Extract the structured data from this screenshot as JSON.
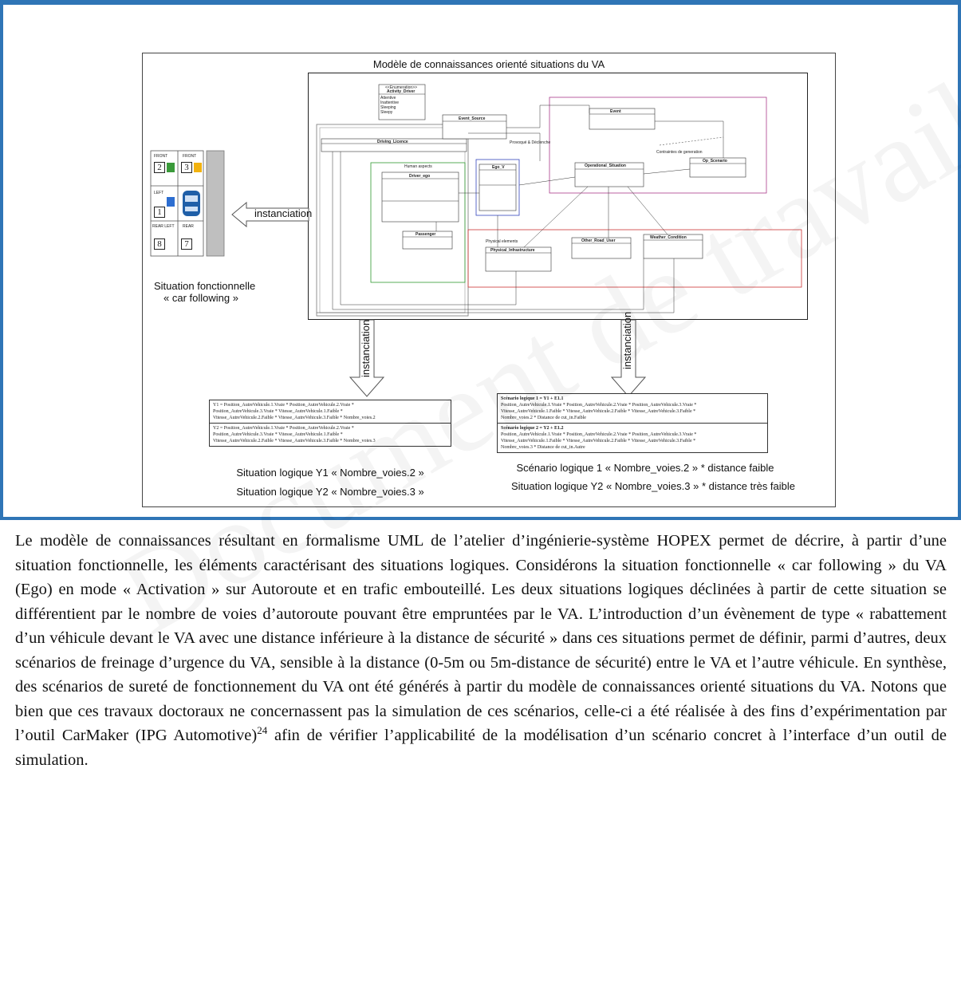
{
  "figure": {
    "title": "Modèle de connaissances orienté situations du VA",
    "road": {
      "front_label_left": "FRONT",
      "front_label_right": "FRONT",
      "left_label": "LEFT",
      "rear_left_label": "REAR LEFT",
      "rear_label": "REAR",
      "lane_numbers": [
        "2",
        "3",
        "1",
        "8",
        "7"
      ]
    },
    "uml": {
      "enum_stereotype": "<<Enumeration>>",
      "enum_name": "Activity_Driver",
      "enum_values": [
        "Attentive",
        "Inattentive",
        "Sleeping",
        "Sleepy"
      ],
      "event_source": "Event_Source",
      "event": "Event",
      "driving_licence": "Driving_Licence",
      "driver_ego": "Driver_ego",
      "ego_v": "Ego_V",
      "operational_situation": "Operational_Situation",
      "op_scenario": "Op_Scenario",
      "passenger": "Passenger",
      "physical_infrastructure": "Physical_Infrastructure",
      "other_road_user": "Other_Road_User",
      "weather_condition": "Weather_Condition",
      "human_aspects": "Human aspects",
      "physical_elements": "Physical elements",
      "provoque": "Provoqué & Déclenche",
      "generates": "Contraintes de generation"
    },
    "arrow_label_left": "instanciation",
    "arrow_label_down_1": "instanciation",
    "arrow_label_down_2": "instanciation",
    "situation_fonctionnelle": [
      "Situation fonctionnelle",
      "« car following »"
    ],
    "box_left": {
      "sec1": [
        "Y1 = Position_AutreVehicule.1.Vraie * Position_AutreVehicule.2.Vraie *",
        "Position_AutreVehicule.3.Vraie * Vitesse_AutreVehicule.1.Faible *",
        "Vitesse_AutreVehicule.2.Faible * Vitesse_AutreVehicule.3.Faible * Nombre_voies.2"
      ],
      "sec2": [
        "Y2 = Position_AutreVehicule.1.Vraie * Position_AutreVehicule.2.Vraie *",
        "Position_AutreVehicule.3.Vraie * Vitesse_AutreVehicule.1.Faible *",
        "Vitesse_AutreVehicule.2.Faible * Vitesse_AutreVehicule.3.Faible * Nombre_voies.3"
      ]
    },
    "box_right": {
      "sec1_title": "Scénario logique 1 = Y1 + E1.1",
      "sec1": [
        "Position_AutreVehicule.1.Vraie * Position_AutreVehicule.2.Vraie * Position_AutreVehicule.3.Vraie *",
        "Vitesse_AutreVehicule.1.Faible * Vitesse_AutreVehicule.2.Faible * Vitesse_AutreVehicule.3.Faible *",
        "Nombre_voies.2 * Distance de cut_in.Faible"
      ],
      "sec2_title": "Scénario logique 2 = Y2 + E1.2",
      "sec2": [
        "Position_AutreVehicule.1.Vraie * Position_AutreVehicule.2.Vraie * Position_AutreVehicule.3.Vraie *",
        "Vitesse_AutreVehicule.1.Faible * Vitesse_AutreVehicule.2.Faible * Vitesse_AutreVehicule.3.Faible *",
        "Nombre_voies.3 * Distance de cut_in.Autre"
      ]
    },
    "caption_left_1": "Situation logique Y1  « Nombre_voies.2 »",
    "caption_left_2": "Situation logique Y2  « Nombre_voies.3 »",
    "caption_right_1": "Scénario logique 1  « Nombre_voies.2 » * distance faible",
    "caption_right_2": "Situation logique Y2  « Nombre_voies.3 » * distance très faible"
  },
  "paragraph": {
    "part1": "Le modèle de connaissances résultant en formalisme UML de l’atelier d’ingénierie-système HOPEX permet de décrire, à partir d’une situation fonctionnelle, les éléments caractérisant des situations logiques. Considérons la situation fonctionnelle « car following » du VA (Ego) en mode « Activation » sur Autoroute et en trafic embouteillé. Les deux situations logiques déclinées à partir de cette situation se différentient par le nombre de voies d’autoroute pouvant être empruntées par le VA. L’introduction d’un évènement de type « rabattement d’un véhicule devant le VA avec une distance inférieure à la distance de sécurité » dans ces situations permet de définir, parmi d’autres, deux scénarios de freinage d’urgence du VA, sensible à la distance (0-5m ou 5m-distance de sécurité) entre le VA et l’autre véhicule. En synthèse, des scénarios de sureté de fonctionnement du VA ont été générés à partir du modèle de connaissances orienté situations du VA. Notons que bien que ces travaux doctoraux ne concernassent pas la simulation de ces scénarios, celle-ci a été réalisée à des fins d’expérimentation par l’outil CarMaker (IPG Automotive)",
    "footnote_ref": "24",
    "part2": " afin de vérifier l’applicabilité de la modélisation d’un scénario concret à l’interface d’un outil de simulation."
  },
  "watermark": "Document de travail",
  "colors": {
    "frame_blue": "#2f75b6",
    "car_blue": "#1f5fa8",
    "square_green": "#3a9a3a",
    "square_yellow": "#f2b20f",
    "square_blue": "#2d6ed1"
  }
}
